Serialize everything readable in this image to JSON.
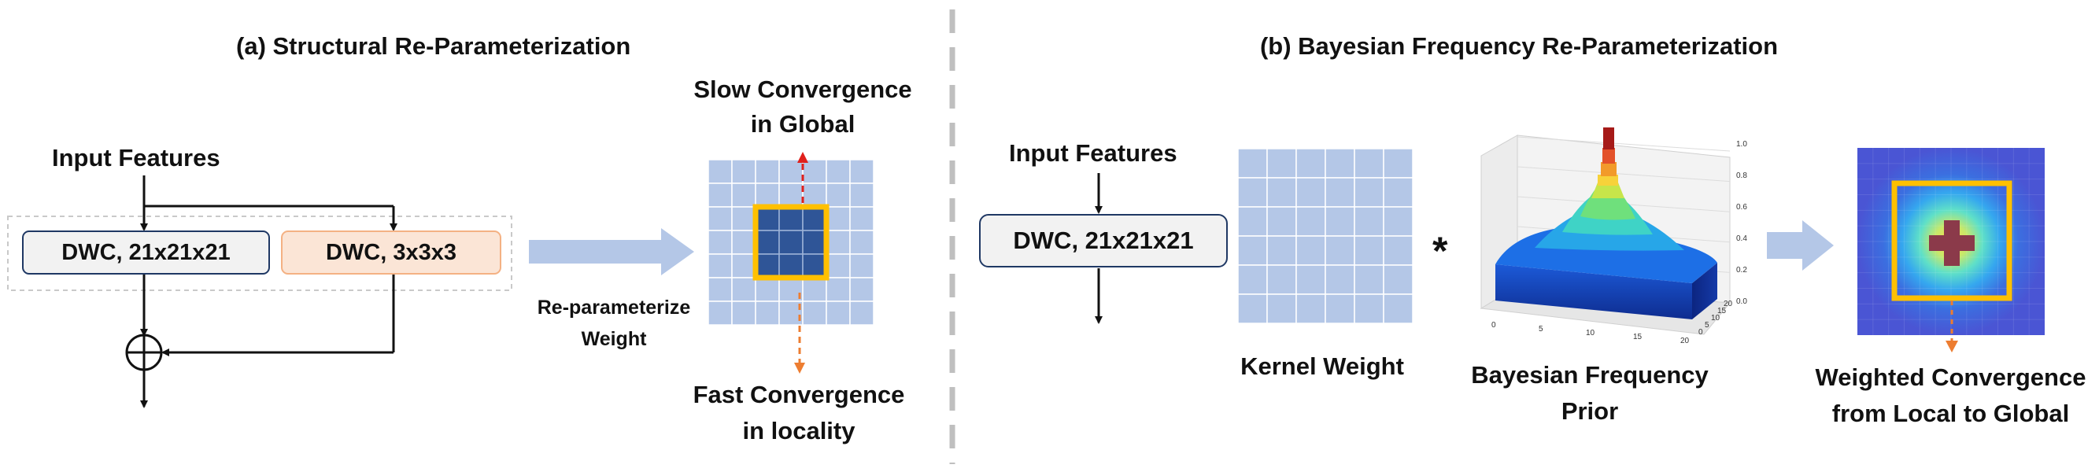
{
  "panel_a": {
    "title": "(a) Structural Re-Parameterization",
    "input_label": "Input Features",
    "large_kernel_box": "DWC, 21x21x21",
    "small_kernel_box": "DWC, 3x3x3",
    "reparam_label_line1": "Re-parameterize",
    "reparam_label_line2": "Weight",
    "slow_label_line1": "Slow Convergence",
    "slow_label_line2": "in Global",
    "fast_label_line1": "Fast Convergence",
    "fast_label_line2": "in locality",
    "grid_size": 7,
    "highlight_size": 3
  },
  "panel_b": {
    "title": "(b) Bayesian Frequency Re-Parameterization",
    "input_label": "Input Features",
    "kernel_box": "DWC, 21x21x21",
    "kernel_weight_label": "Kernel Weight",
    "operator": "*",
    "prior_label_line1": "Bayesian Frequency",
    "prior_label_line2": "Prior",
    "result_label_line1": "Weighted Convergence",
    "result_label_line2": "from Local to Global",
    "grid_size": 6,
    "z_ticks": [
      "0.0",
      "0.2",
      "0.4",
      "0.6",
      "0.8",
      "1.0"
    ],
    "x_ticks": [
      "0",
      "5",
      "10",
      "15",
      "20"
    ],
    "y_ticks": [
      "0",
      "5",
      "10",
      "15",
      "20"
    ]
  },
  "colors": {
    "grid_fill": "#b4c7e7",
    "grid_line": "#ffffff",
    "center_fill": "#2f5597",
    "highlight": "#ffc000",
    "box_blue_border": "#1f3864",
    "box_blue_fill": "#f2f2f2",
    "box_orange_border": "#f4b183",
    "box_orange_fill": "#fbe5d6",
    "big_arrow": "#b4c7e7",
    "slow_arrow": "#e0201c",
    "fast_arrow": "#ed7d31",
    "divider": "#bfbfbf"
  }
}
